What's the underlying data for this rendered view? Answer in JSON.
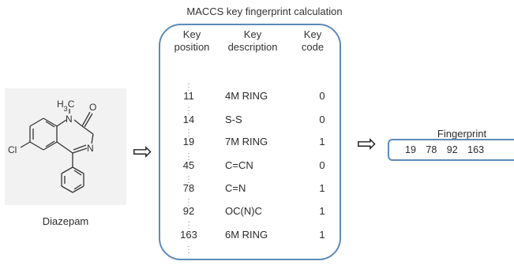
{
  "title": "MACCS key fingerprint calculation",
  "molecule": {
    "name": "Diazepam",
    "atoms": {
      "methyl": "H3C",
      "oxygen": "O",
      "nitrogen_top": "N",
      "nitrogen_ring": "N",
      "chlorine": "Cl"
    }
  },
  "table": {
    "headers": [
      {
        "line1": "Key",
        "line2": "position"
      },
      {
        "line1": "Key",
        "line2": "description"
      },
      {
        "line1": "Key",
        "line2": "code"
      }
    ],
    "rows": [
      {
        "position": "11",
        "description": "4M RING",
        "code": "0"
      },
      {
        "position": "14",
        "description": "S-S",
        "code": "0"
      },
      {
        "position": "19",
        "description": "7M RING",
        "code": "1"
      },
      {
        "position": "45",
        "description": "C=CN",
        "code": "0"
      },
      {
        "position": "78",
        "description": "C=N",
        "code": "1"
      },
      {
        "position": "92",
        "description": "OC(N)C",
        "code": "1"
      },
      {
        "position": "163",
        "description": "6M RING",
        "code": "1"
      }
    ]
  },
  "fingerprint": {
    "title": "Fingerprint",
    "values": [
      "19",
      "78",
      "92",
      "163"
    ]
  }
}
